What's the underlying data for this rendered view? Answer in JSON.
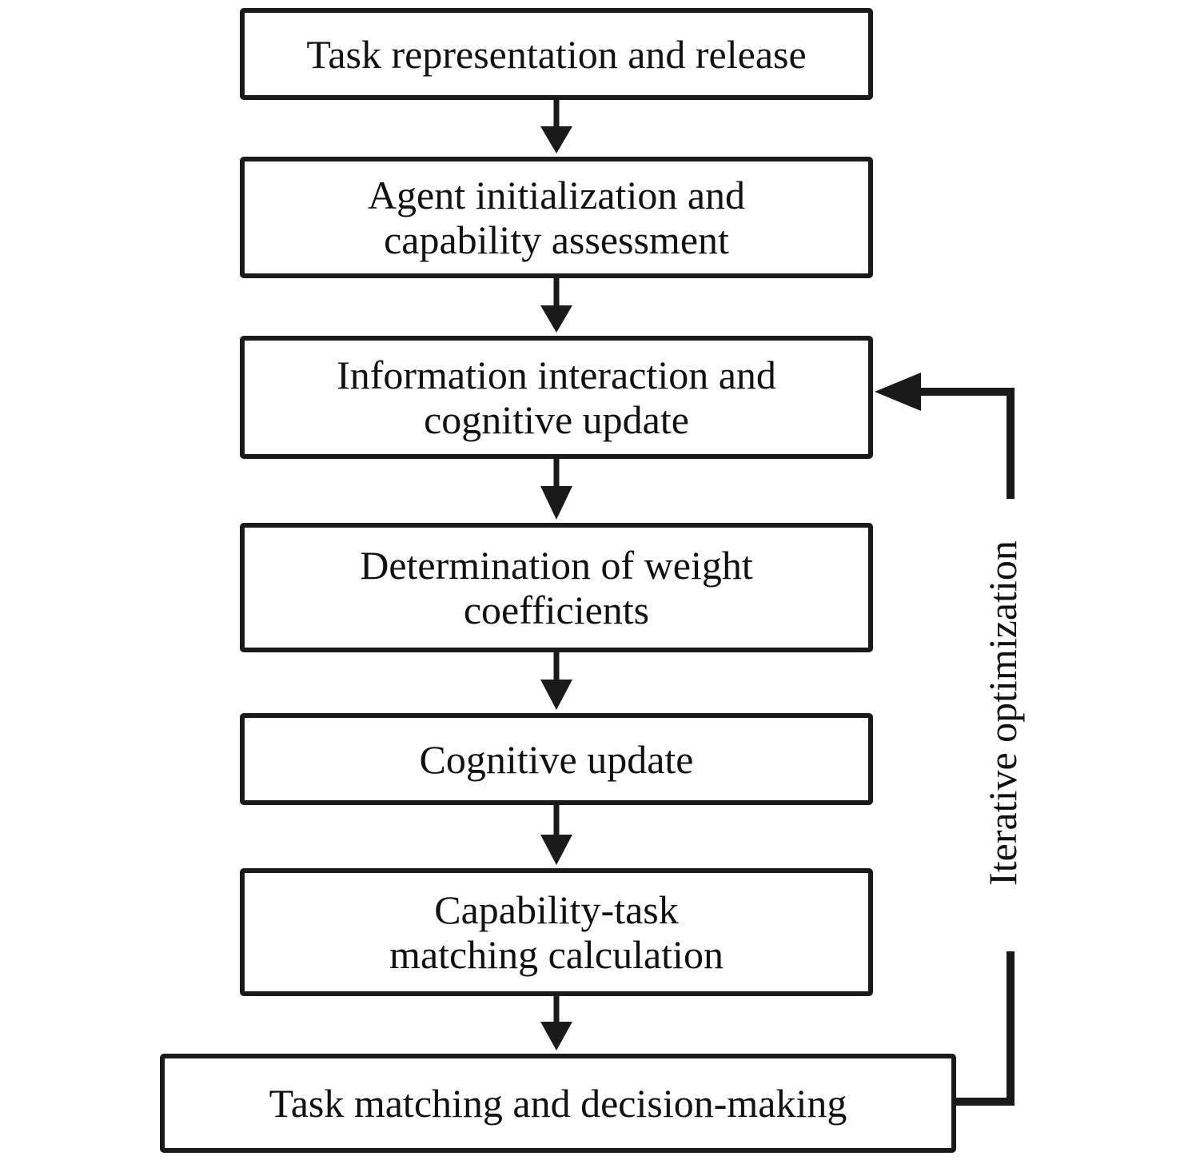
{
  "steps": [
    {
      "lines": [
        "Task representation and release"
      ]
    },
    {
      "lines": [
        "Agent initialization and",
        "capability assessment"
      ]
    },
    {
      "lines": [
        "Information interaction and",
        "cognitive update"
      ]
    },
    {
      "lines": [
        "Determination of weight",
        "coefficients"
      ]
    },
    {
      "lines": [
        "Cognitive update"
      ]
    },
    {
      "lines": [
        "Capability-task",
        "matching calculation"
      ]
    },
    {
      "lines": [
        "Task matching and decision-making"
      ]
    }
  ],
  "feedback": {
    "label": "Iterative optimization"
  },
  "colors": {
    "stroke": "#1a1a1a",
    "background": "#ffffff"
  }
}
